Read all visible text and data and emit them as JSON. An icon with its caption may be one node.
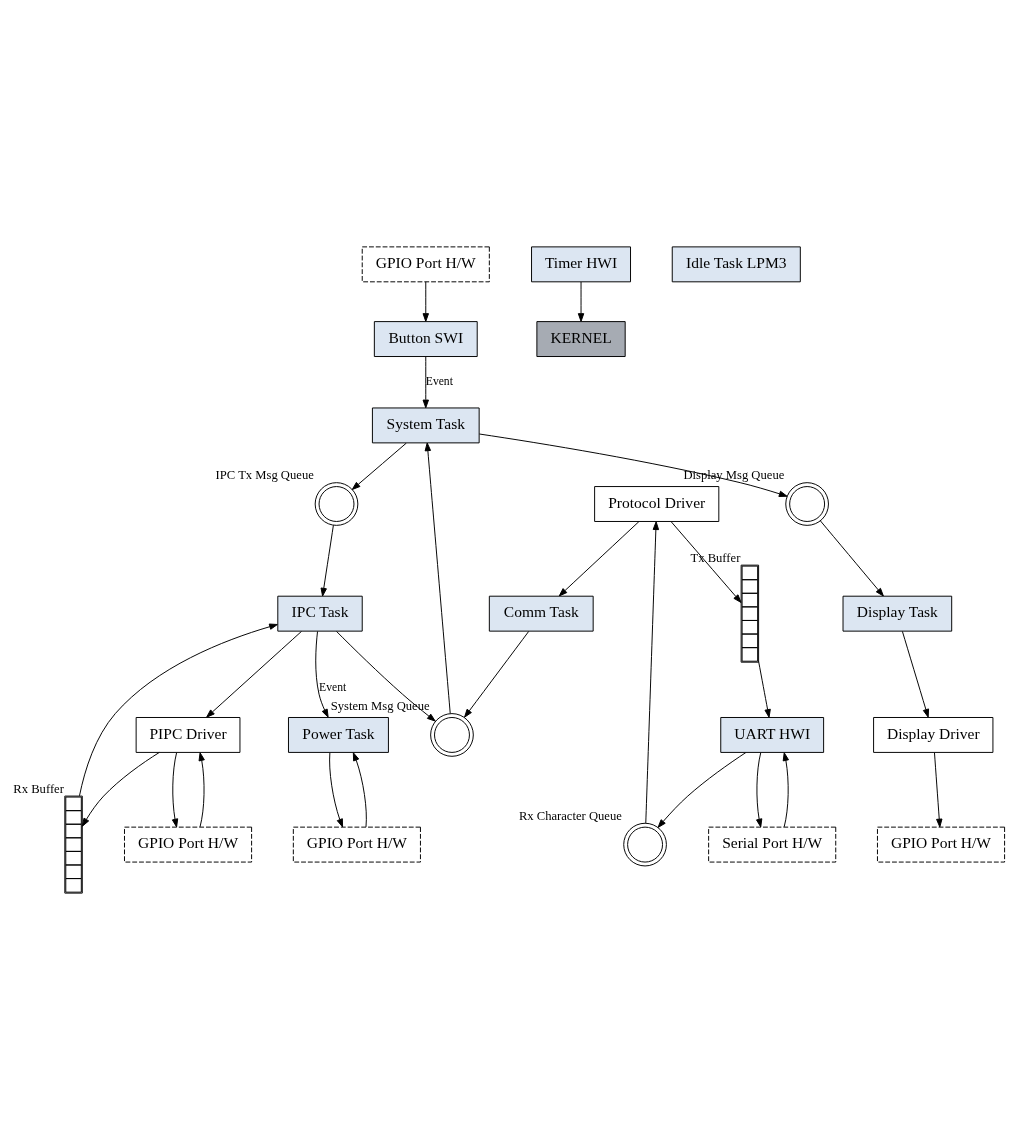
{
  "diagram": {
    "nodes": [
      {
        "text": [
          "GPIO Port H/W"
        ]
      },
      {
        "text": [
          "Button SWI"
        ]
      },
      {
        "text": [
          "Comm Task"
        ]
      },
      {
        "text": [
          "System Task"
        ]
      },
      {
        "text": [
          "KERNEL"
        ]
      },
      {
        "text": [
          "Protocol Driver"
        ]
      },
      {
        "text": [],
        "shape": "circle",
        "beside": [
          "System Msg Queue"
        ]
      },
      {
        "text": [
          "Timer HWI"
        ]
      },
      {
        "text": [],
        "shape": "circle",
        "beside": [
          "Rx Character Queue"
        ]
      },
      {
        "text": [],
        "shape": "bar",
        "beside": [
          "Tx Buffer"
        ]
      },
      {
        "text": [],
        "shape": "circle",
        "beside": [
          "IPC Tx Msg Queue"
        ]
      },
      {
        "text": [],
        "shape": "circle",
        "beside": [
          "Display Msg Queue"
        ]
      },
      {
        "text": [
          "UART HWI"
        ]
      },
      {
        "text": [
          "IPC Task"
        ]
      },
      {
        "text": [
          "Idle Task LPM3"
        ]
      },
      {
        "text": [
          "Display Task"
        ]
      },
      {
        "text": [
          "Serial Port H/W"
        ]
      },
      {
        "text": [],
        "shape": "bar",
        "beside": [
          "Rx Buffer"
        ]
      },
      {
        "text": [
          "Display Driver"
        ]
      },
      {
        "text": [
          "Power Task"
        ]
      },
      {
        "text": [
          "PIPC Driver"
        ]
      },
      {
        "text": [
          "GPIO Port H/W"
        ]
      },
      {
        "text": [
          "GPIO Port H/W"
        ]
      },
      {
        "text": [
          "GPIO Port H/W"
        ]
      }
    ],
    "edges": [
      {
        "from": 0,
        "to": 1,
        "arrow": "to"
      },
      {
        "from": 1,
        "to": 3,
        "arrow": "to",
        "label": "Event"
      },
      {
        "from": 2,
        "to": 6,
        "arrow": "to"
      },
      {
        "from": 6,
        "to": 3,
        "arrow": "to"
      },
      {
        "from": 3,
        "to": 10,
        "arrow": "to"
      },
      {
        "from": 3,
        "to": 11,
        "arrow": "to"
      },
      {
        "from": 7,
        "to": 4,
        "arrow": "to"
      },
      {
        "from": 5,
        "to": 2,
        "arrow": "to"
      },
      {
        "from": 8,
        "to": 5,
        "arrow": "to"
      },
      {
        "from": 5,
        "to": 9,
        "arrow": "to"
      },
      {
        "from": 12,
        "to": 8,
        "arrow": "to"
      },
      {
        "from": 9,
        "to": 12,
        "arrow": "to"
      },
      {
        "from": 13,
        "to": 6,
        "arrow": "to"
      },
      {
        "from": 10,
        "to": 13,
        "arrow": "to"
      },
      {
        "from": 11,
        "to": 15,
        "arrow": "to"
      },
      {
        "from": 16,
        "to": 12,
        "arrow": "to"
      },
      {
        "from": 12,
        "to": 16,
        "arrow": "to"
      },
      {
        "from": 17,
        "to": 13,
        "arrow": "to"
      },
      {
        "from": 13,
        "to": 20,
        "arrow": "to"
      },
      {
        "from": 20,
        "to": 17,
        "arrow": "to"
      },
      {
        "from": 13,
        "to": 19,
        "arrow": "to",
        "label": "Event"
      },
      {
        "from": 15,
        "to": 18,
        "arrow": "to"
      },
      {
        "from": 18,
        "to": 21,
        "arrow": "to"
      },
      {
        "from": 22,
        "to": 19,
        "arrow": "to"
      },
      {
        "from": 19,
        "to": 22,
        "arrow": "to"
      },
      {
        "from": 23,
        "to": 20,
        "arrow": "to"
      },
      {
        "from": 20,
        "to": 23,
        "arrow": "to"
      }
    ]
  }
}
